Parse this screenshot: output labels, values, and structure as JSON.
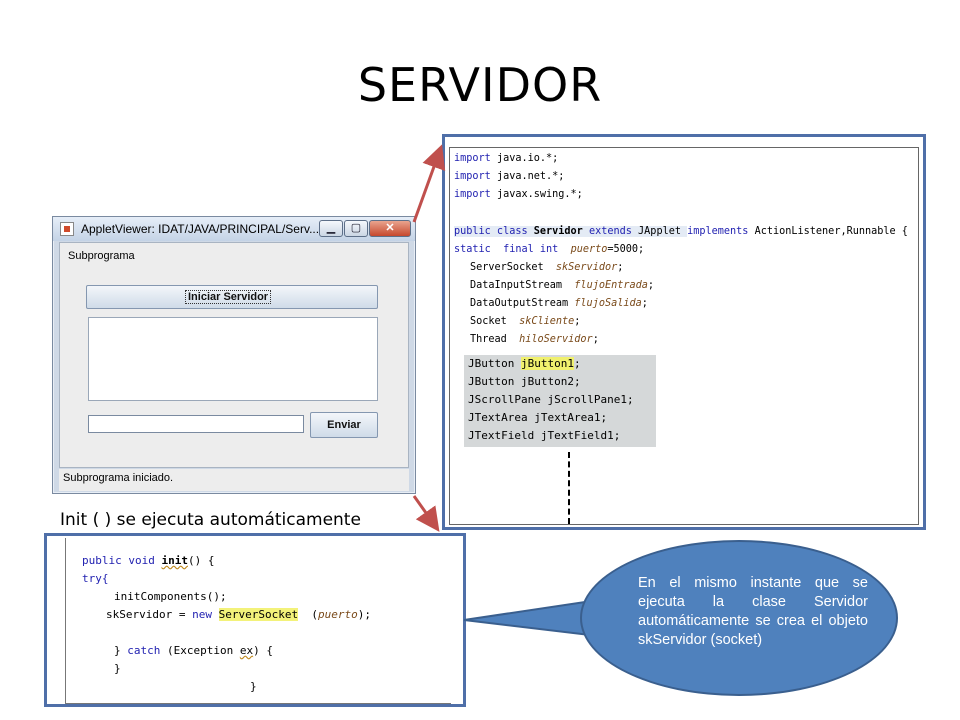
{
  "slide": {
    "title": "SERVIDOR"
  },
  "applet": {
    "window_title": "AppletViewer: IDAT/JAVA/PRINCIPAL/Serv...",
    "minimize_label": "▁",
    "maximize_label": "▢",
    "close_label": "✕",
    "label": "Subprograma",
    "start_button_label": "Iniciar  Servidor",
    "text_area_value": "",
    "text_field_value": "",
    "send_button_label": "Enviar",
    "status_text": "Subprograma iniciado."
  },
  "caption": {
    "text": "Init ( )  se ejecuta automáticamente"
  },
  "top_code": {
    "l1_kw": "import",
    "l1": " java.io.*;",
    "l2_kw": "import",
    "l2": " java.net.*;",
    "l3_kw": "import",
    "l3": " javax.swing.*;",
    "l4_kw1": "public class",
    "l4_cls": "Servidor",
    "l4_kw2": "extends",
    "l4_a": " JApplet ",
    "l4_kw3": "implements",
    "l4_b": " ActionListener,Runnable {",
    "l5_kw": "static  final int",
    "l5_var": "puerto",
    "l5_rest": "=5000;",
    "l6_type": "ServerSocket",
    "l6_var": "skServidor",
    "l6_end": ";",
    "l7_type": "DataInputStream",
    "l7_var": "flujoEntrada",
    "l7_end": ";",
    "l8_type": "DataOutputStream",
    "l8_var": "flujoSalida",
    "l8_end": ";",
    "l9_type": "Socket",
    "l9_var": "skCliente",
    "l9_end": ";",
    "l10_type": "Thread",
    "l10_var": "hiloServidor",
    "l10_end": ";",
    "b1_type": "JButton",
    "b1_var": "jButton1",
    "b1_end": ";",
    "b2_type": "JButton",
    "b2_var": "jButton2",
    "b2_end": ";",
    "b3_type": "JScrollPane",
    "b3_var": "jScrollPane1",
    "b3_end": ";",
    "b4_type": "JTextArea",
    "b4_var": "jTextArea1",
    "b4_end": ";",
    "b5_type": "JTextField",
    "b5_var": "jTextField1",
    "b5_end": ";"
  },
  "bottom_code": {
    "c1_kw": "public void",
    "c1_fn": "init",
    "c1_rest": "() {",
    "c2": "try{",
    "c3": "initComponents();",
    "c4_a": "skServidor = ",
    "c4_kw": "new",
    "c4_cls": "ServerSocket",
    "c4_b": "  (",
    "c4_var": "puerto",
    "c4_c": ");",
    "c5_a": "} ",
    "c5_kw": "catch",
    "c5_b": " (Exception ",
    "c5_var": "ex",
    "c5_c": ") {",
    "c6": "}",
    "c7": "}"
  },
  "callout": {
    "text": "En el mismo instante que se ejecuta la clase Servidor automáticamente se  crea el objeto skServidor (socket)"
  },
  "colors": {
    "panel_border": "#4f6fa8",
    "callout_fill": "#4f81bd",
    "arrow": "#c0504d"
  }
}
